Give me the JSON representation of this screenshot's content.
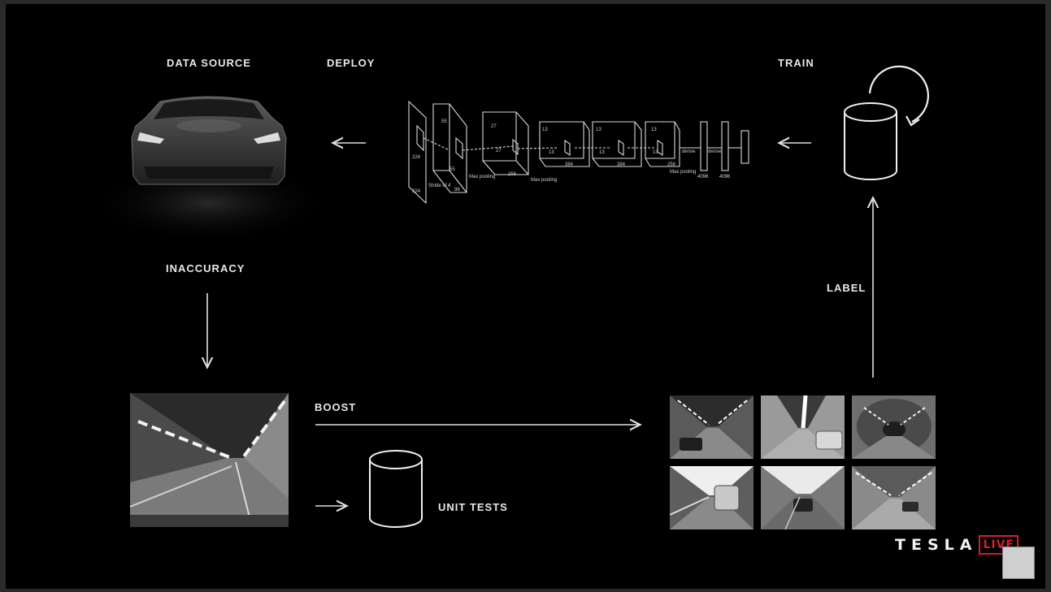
{
  "labels": {
    "data_source": "DATA SOURCE",
    "deploy": "DEPLOY",
    "train": "TRAIN",
    "inaccuracy": "INACCURACY",
    "label": "LABEL",
    "boost": "BOOST",
    "unit_tests": "UNIT TESTS"
  },
  "network": {
    "input_top": "224",
    "input_side": "224",
    "stride": "Stride of 4",
    "conv1_top": "55",
    "conv1_side": "55",
    "conv1_depth": "96",
    "pool1": "Max pooling",
    "conv2_top": "27",
    "conv2_side": "27",
    "conv2_depth": "256",
    "pool2": "Max pooling",
    "conv3_top": "13",
    "conv3_side": "13",
    "conv3_depth": "384",
    "conv4_top": "13",
    "conv4_side": "13",
    "conv4_depth": "384",
    "conv5_top": "13",
    "conv5_side": "13",
    "conv5_depth": "256",
    "pool3": "Max pooling",
    "dense1": "dense",
    "dense2": "dense",
    "dense1_size": "4096",
    "dense2_size": "4096"
  },
  "brand": {
    "word": "TESLA",
    "live": "LIVE"
  },
  "colors": {
    "background": "#000000",
    "line": "#e0e0e0",
    "brand_red": "#d0202a"
  },
  "icons": {
    "database": "cylinder-icon",
    "cycle": "circular-arrow-icon",
    "arrow": "arrow-icon"
  }
}
